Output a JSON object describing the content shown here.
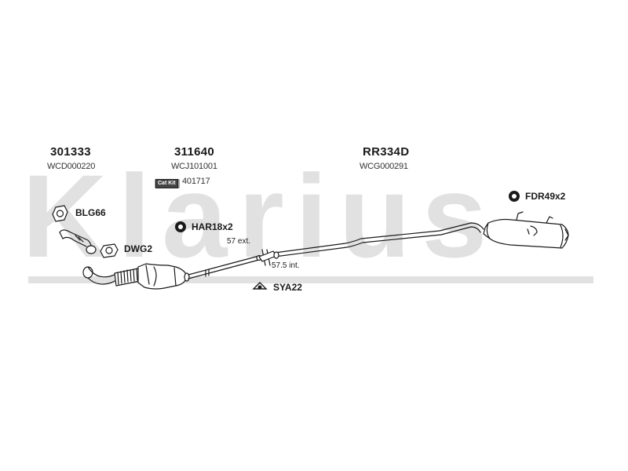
{
  "watermark": {
    "text": "Klarius"
  },
  "parts": [
    {
      "id": "front-pipe",
      "part_number": "301333",
      "ref": "WCD000220"
    },
    {
      "id": "catalyst",
      "part_number": "311640",
      "ref": "WCJ101001",
      "kit_badge": "Cat Kit",
      "kit_number": "401717"
    },
    {
      "id": "rear-silencer",
      "part_number": "RR334D",
      "ref": "WCG000291"
    }
  ],
  "components": {
    "blg": "BLG66",
    "dwg": "DWG2",
    "har": "HAR18x2",
    "sya": "SYA22",
    "fdr": "FDR49x2"
  },
  "dimensions": {
    "ext": "57 ext.",
    "int": "57.5 int."
  },
  "colors": {
    "line": "#1a1a1a",
    "watermark": "#e1e1e1"
  }
}
